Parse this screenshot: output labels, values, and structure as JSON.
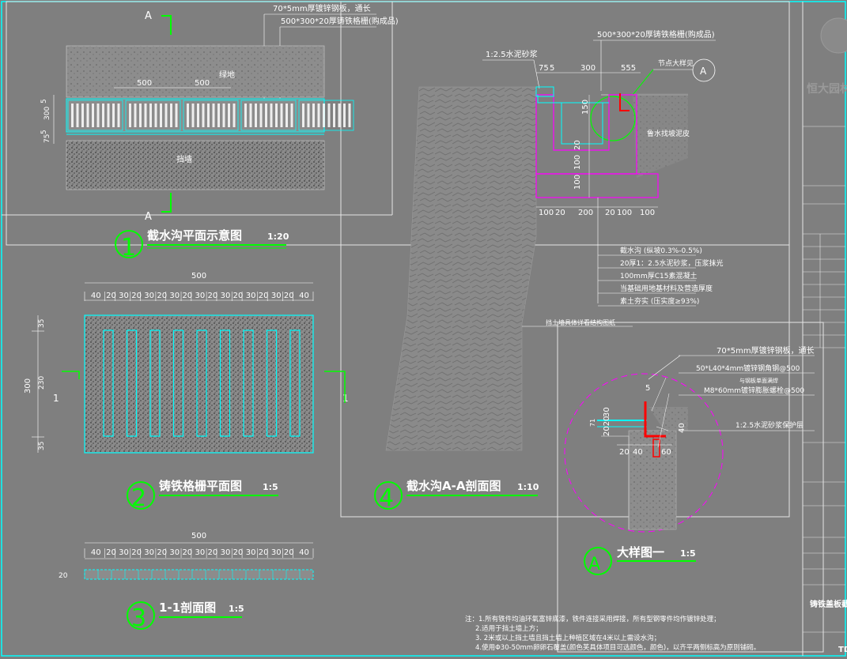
{
  "colors": {
    "background": "#7f7f7f",
    "frame": "#f2f2f2",
    "cyan": "#00ffff",
    "green": "#00ff00",
    "magenta": "#ff00ff",
    "red": "#ff0000",
    "white": "#ffffff",
    "black": "#000000"
  },
  "view1": {
    "section_marker": "A",
    "callout_line1": "70*5mm厚镀锌钢板，通长",
    "callout_line2": "500*300*20厚铸铁格栅(购成品)",
    "dim_500_a": "500",
    "dim_500_b": "500",
    "label_green": "绿地",
    "label_wall": "挡墙",
    "vdim_5": "5",
    "vdim_300": "300",
    "vdim_5b": "5",
    "vdim_75": "75",
    "badge_number": "1",
    "title": "截水沟平面示意图",
    "scale": "1:20"
  },
  "view2": {
    "total_width": "500",
    "dims": [
      "40",
      "20",
      "30",
      "20",
      "30",
      "20",
      "30",
      "20",
      "30",
      "20",
      "30",
      "20",
      "30",
      "20",
      "30",
      "20",
      "40"
    ],
    "height_total": "300",
    "height_dims": [
      "35",
      "230",
      "35"
    ],
    "section_mark_left": "1",
    "section_mark_right": "1",
    "badge_number": "2",
    "title": "铸铁格栅平面图",
    "scale": "1:5"
  },
  "view3": {
    "total_width": "500",
    "dims": [
      "40",
      "20",
      "30",
      "20",
      "30",
      "20",
      "30",
      "20",
      "30",
      "20",
      "30",
      "20",
      "30",
      "20",
      "30",
      "20",
      "40"
    ],
    "thickness": "20",
    "badge_number": "3",
    "title": "1-1剖面图",
    "scale": "1:5"
  },
  "view4": {
    "grate_callout": "500*300*20厚铸铁格栅(购成品)",
    "mortar": "1:2.5水泥砂浆",
    "dims_top": [
      "75",
      "5",
      "300",
      "555"
    ],
    "detail_ref": "节点大样见",
    "detail_marker": "A",
    "dim_150": "150",
    "dim_20": "20",
    "dim_100a": "100",
    "dim_20b": "20",
    "dim_100b": "100",
    "waterproof": "鲁水找坡泥皮",
    "dims_bottom": [
      "100",
      "20",
      "200",
      "20",
      "100",
      "100"
    ],
    "legend": [
      "截水沟 (纵坡0.3%-0.5%)",
      "20厚1：2.5水泥砂浆，压浆抹光",
      "100mm厚C15素混凝土",
      "当基础用地基材料及营造厚度",
      "素土夯实 (压实度≥93%)"
    ],
    "wall_note": "挡土墙具体详看结构图纸",
    "badge_number": "4",
    "title": "截水沟A-A剖面图",
    "scale": "1:10"
  },
  "detailA": {
    "note1": "70*5mm厚镀锌钢板，通长",
    "note2": "50*L40*4mm镀锌钢角钢@500",
    "note3": "与钢板单面满焊",
    "note4": "M8*60mm镀锌膨胀螺栓@500",
    "note5": "1:2.5水泥砂浆保护层",
    "dim_5": "5",
    "dim_30": "30",
    "dim_2020": "2020",
    "dim_71": "71",
    "dim_40": "40",
    "dim_bottom": [
      "20",
      "40",
      "60"
    ],
    "badge_letter": "A",
    "title": "大样图一",
    "scale": "1:5"
  },
  "notes": [
    "注：1.所有铁件均油环氧富锌底漆，铁件连接采用焊接，所有型钢零件均作镀锌处理；",
    "2.适用于挡土墙上方；",
    "3. 2米或以上挡土墙且挡土墙上种植区域在4米以上需设水沟；",
    "4.使用Φ30-50mm卵卵石覆盖(颜色芙具体项目可选颜色，颜色)，以齐平两侧标高为原则铺砌。"
  ],
  "titleblock": {
    "company": "恒大园林",
    "drawing_name": "铸铁盖板截水沟",
    "drawing_no": "TD"
  }
}
